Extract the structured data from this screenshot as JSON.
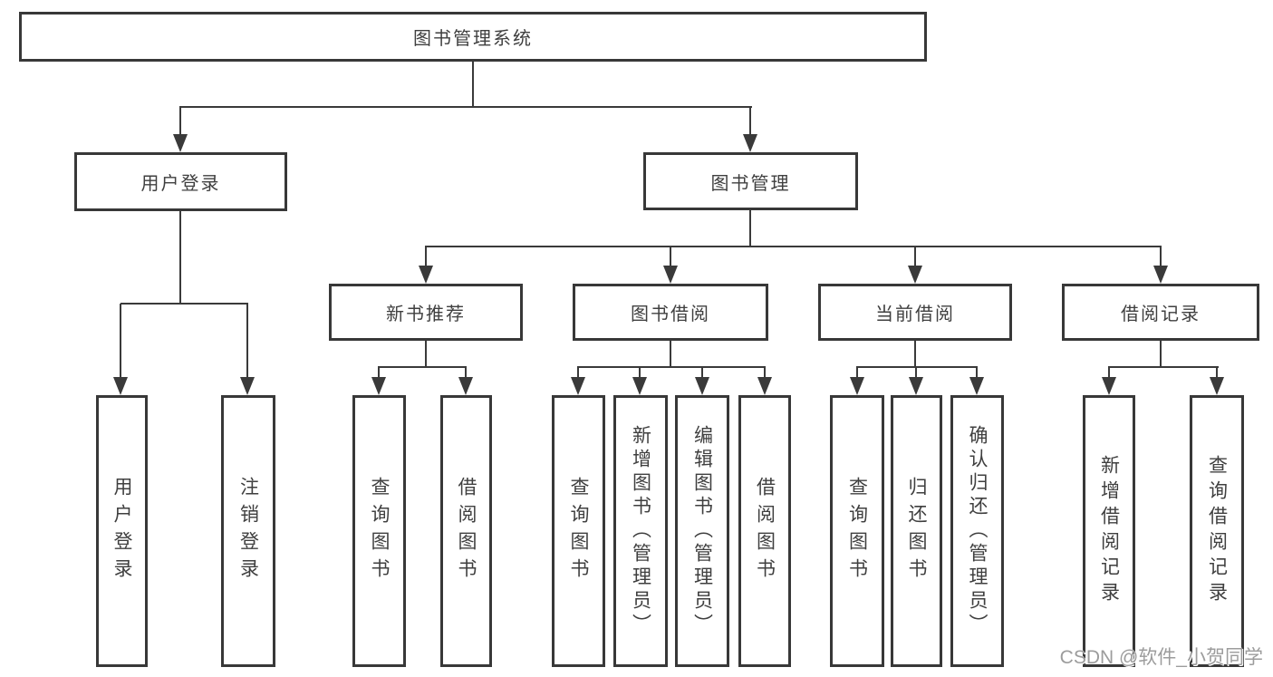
{
  "diagram": {
    "type": "hierarchy-tree",
    "root": {
      "label": "图书管理系统"
    },
    "level2": {
      "user_login": {
        "label": "用户登录"
      },
      "book_mgmt": {
        "label": "图书管理"
      }
    },
    "level3": {
      "new_book": {
        "label": "新书推荐"
      },
      "borrow": {
        "label": "图书借阅"
      },
      "current": {
        "label": "当前借阅"
      },
      "records": {
        "label": "借阅记录"
      }
    },
    "leaves": {
      "user_login": [
        {
          "label": "用户登录"
        },
        {
          "label": "注销登录"
        }
      ],
      "new_book": [
        {
          "label": "查询图书"
        },
        {
          "label": "借阅图书"
        }
      ],
      "borrow": [
        {
          "label": "查询图书"
        },
        {
          "label": "新增图书（管理员）"
        },
        {
          "label": "编辑图书（管理员）"
        },
        {
          "label": "借阅图书"
        }
      ],
      "current": [
        {
          "label": "查询图书"
        },
        {
          "label": "归还图书"
        },
        {
          "label": "确认归还（管理员）"
        }
      ],
      "records": [
        {
          "label": "新增借阅记录"
        },
        {
          "label": "查询借阅记录"
        }
      ]
    }
  },
  "colors": {
    "line": "#3a3a3a",
    "box_border": "#383838",
    "text": "#3f3f3f",
    "watermark": "#9c9c9c",
    "background": "#ffffff"
  },
  "watermark": "CSDN @软件_小贺同学"
}
